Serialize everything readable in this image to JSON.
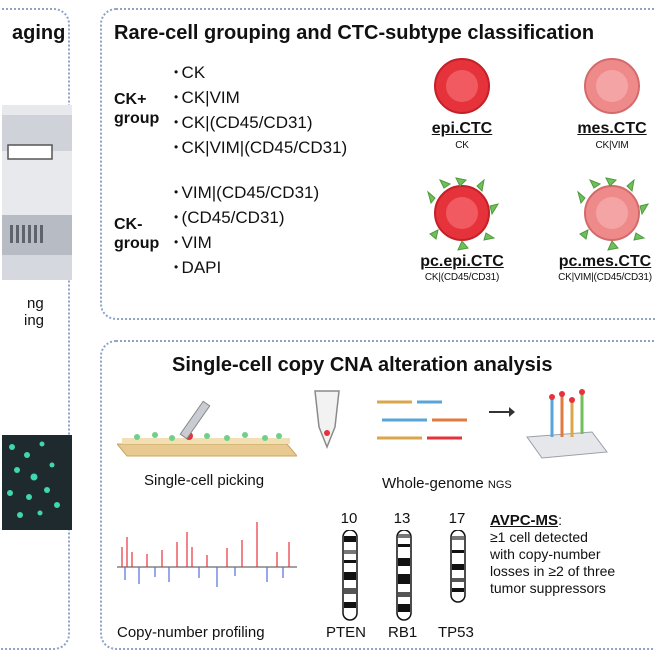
{
  "left_panel": {
    "title": "aging",
    "caption_line1": "ng",
    "caption_line2": "ing"
  },
  "top_panel": {
    "title": "Rare-cell grouping and CTC-subtype classification",
    "ck_pos_group": {
      "label_line1": "CK+",
      "label_line2": "group",
      "items": [
        "CK",
        "CK|VIM",
        "CK|(CD45/CD31)",
        "CK|VIM|(CD45/CD31)"
      ]
    },
    "ck_neg_group": {
      "label_line1": "CK-",
      "label_line2": "group",
      "items": [
        "VIM|(CD45/CD31)",
        "(CD45/CD31)",
        "VIM",
        "DAPI"
      ]
    },
    "subtypes": [
      {
        "name": "epi.CTC",
        "markers": "CK",
        "color": "#e5323b"
      },
      {
        "name": "mes.CTC",
        "markers": "CK|VIM",
        "color": "#ef8a8a"
      },
      {
        "name": "pc.epi.CTC",
        "markers": "CK|(CD45/CD31)",
        "color": "#e5323b"
      },
      {
        "name": "pc.mes.CTC",
        "markers": "CK|VIM|(CD45/CD31)",
        "color": "#ef8a8a"
      }
    ],
    "platelet_color": "#6fbf5a"
  },
  "bottom_panel": {
    "title": "Single-cell copy CNA alteration analysis",
    "picking_caption": "Single-cell picking",
    "ngs_caption": "Whole-genome",
    "ngs_caption_small": "NGS",
    "profiling_caption": "Copy-number profiling",
    "chromosomes": [
      {
        "number": "10",
        "gene": "PTEN"
      },
      {
        "number": "13",
        "gene": "RB1"
      },
      {
        "number": "17",
        "gene": "TP53"
      }
    ],
    "avpc": {
      "title": "AVPC-MS",
      "colon": ":",
      "lines": [
        "≥1 cell detected",
        "with copy-number",
        "losses in ≥2 of three",
        "tumor suppressors"
      ]
    }
  }
}
